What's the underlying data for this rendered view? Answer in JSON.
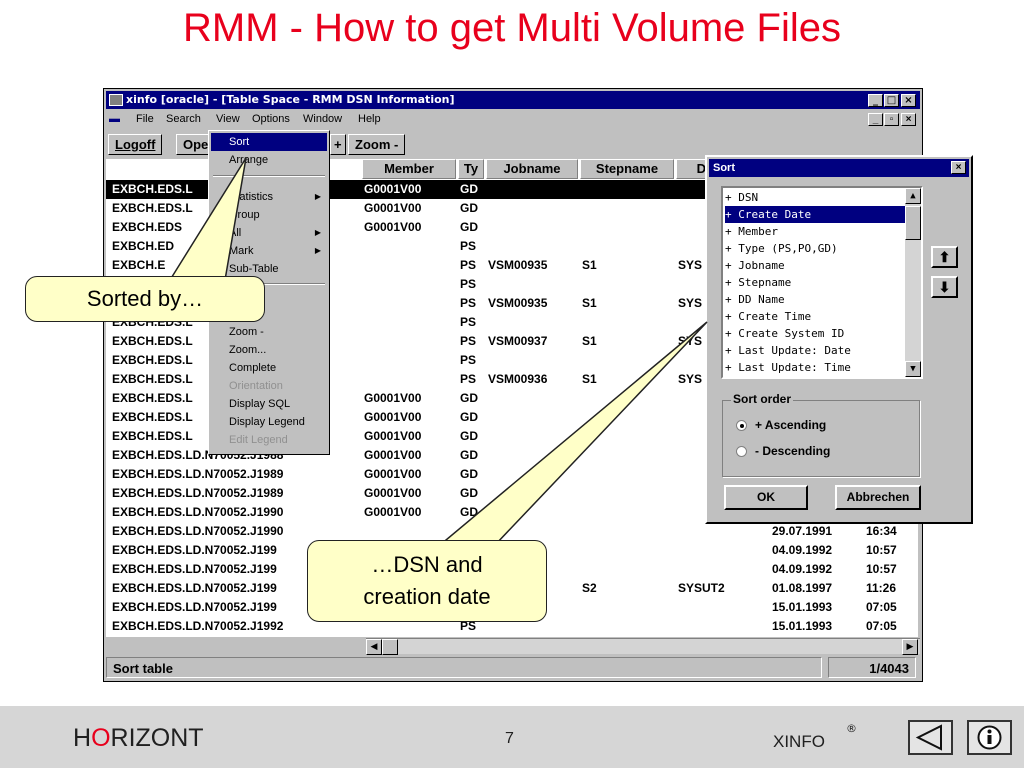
{
  "slide": {
    "title": "RMM - How to get Multi Volume Files",
    "footer": {
      "brand_h": "H",
      "brand_o": "O",
      "brand_rest": "RIZONT",
      "page": "7",
      "product": "XINFO",
      "registered": "®"
    }
  },
  "window": {
    "title": "xinfo [oracle] - [Table Space - RMM DSN Information]",
    "menu": [
      "File",
      "Search",
      "View",
      "Options",
      "Window",
      "Help"
    ],
    "toolbar": [
      "Logoff",
      "Ope",
      "+",
      "Zoom -"
    ],
    "columns": [
      "Member",
      "Ty",
      "Jobname",
      "Stepname",
      "DD"
    ],
    "rows": [
      {
        "dsn": "EXBCH.EDS.L",
        "member": "G0001V00",
        "ty": "GD",
        "job": "",
        "step": "",
        "dd": "",
        "date": "",
        "time": ""
      },
      {
        "dsn": "EXBCH.EDS.L",
        "member": "G0001V00",
        "ty": "GD",
        "job": "",
        "step": "",
        "dd": "",
        "date": "",
        "time": ""
      },
      {
        "dsn": "EXBCH.EDS",
        "member": "G0001V00",
        "ty": "GD",
        "job": "",
        "step": "",
        "dd": "",
        "date": "",
        "time": ""
      },
      {
        "dsn": "EXBCH.ED",
        "member": "",
        "ty": "PS",
        "job": "",
        "step": "",
        "dd": "",
        "date": "",
        "time": ""
      },
      {
        "dsn": "EXBCH.E",
        "member": "",
        "ty": "PS",
        "job": "VSM00935",
        "step": "S1",
        "dd": "SYS",
        "date": "",
        "time": ""
      },
      {
        "dsn": "",
        "member": "",
        "ty": "PS",
        "job": "",
        "step": "",
        "dd": "",
        "date": "",
        "time": ""
      },
      {
        "dsn": "",
        "member": "",
        "ty": "PS",
        "job": "VSM00935",
        "step": "S1",
        "dd": "SYS",
        "date": "",
        "time": ""
      },
      {
        "dsn": "EXBCH.EDS.L",
        "member": "",
        "ty": "PS",
        "job": "",
        "step": "",
        "dd": "",
        "date": "",
        "time": ""
      },
      {
        "dsn": "EXBCH.EDS.L",
        "member": "",
        "ty": "PS",
        "job": "VSM00937",
        "step": "S1",
        "dd": "SYS",
        "date": "",
        "time": ""
      },
      {
        "dsn": "EXBCH.EDS.L",
        "member": "",
        "ty": "PS",
        "job": "",
        "step": "",
        "dd": "",
        "date": "",
        "time": ""
      },
      {
        "dsn": "EXBCH.EDS.L",
        "member": "",
        "ty": "PS",
        "job": "VSM00936",
        "step": "S1",
        "dd": "SYS",
        "date": "",
        "time": ""
      },
      {
        "dsn": "EXBCH.EDS.L",
        "member": "G0001V00",
        "ty": "GD",
        "job": "",
        "step": "",
        "dd": "",
        "date": "",
        "time": ""
      },
      {
        "dsn": "EXBCH.EDS.L",
        "member": "G0001V00",
        "ty": "GD",
        "job": "",
        "step": "",
        "dd": "",
        "date": "",
        "time": ""
      },
      {
        "dsn": "EXBCH.EDS.L",
        "member": "G0001V00",
        "ty": "GD",
        "job": "",
        "step": "",
        "dd": "",
        "date": "",
        "time": ""
      },
      {
        "dsn": "EXBCH.EDS.LD.N70052.J1988",
        "member": "G0001V00",
        "ty": "GD",
        "job": "",
        "step": "",
        "dd": "",
        "date": "",
        "time": ""
      },
      {
        "dsn": "EXBCH.EDS.LD.N70052.J1989",
        "member": "G0001V00",
        "ty": "GD",
        "job": "",
        "step": "",
        "dd": "",
        "date": "",
        "time": ""
      },
      {
        "dsn": "EXBCH.EDS.LD.N70052.J1989",
        "member": "G0001V00",
        "ty": "GD",
        "job": "",
        "step": "",
        "dd": "",
        "date": "",
        "time": ""
      },
      {
        "dsn": "EXBCH.EDS.LD.N70052.J1990",
        "member": "G0001V00",
        "ty": "GD",
        "job": "",
        "step": "",
        "dd": "",
        "date": "",
        "time": ""
      },
      {
        "dsn": "EXBCH.EDS.LD.N70052.J1990",
        "member": "",
        "ty": "",
        "job": "",
        "step": "",
        "dd": "",
        "date": "29.07.1991",
        "time": "16:34"
      },
      {
        "dsn": "EXBCH.EDS.LD.N70052.J199",
        "member": "",
        "ty": "",
        "job": "",
        "step": "",
        "dd": "",
        "date": "04.09.1992",
        "time": "10:57"
      },
      {
        "dsn": "EXBCH.EDS.LD.N70052.J199",
        "member": "",
        "ty": "",
        "job": "",
        "step": "",
        "dd": "",
        "date": "04.09.1992",
        "time": "10:57"
      },
      {
        "dsn": "EXBCH.EDS.LD.N70052.J199",
        "member": "",
        "ty": "",
        "job": "35",
        "step": "S2",
        "dd": "SYSUT2",
        "date": "01.08.1997",
        "time": "11:26"
      },
      {
        "dsn": "EXBCH.EDS.LD.N70052.J199",
        "member": "",
        "ty": "",
        "job": "",
        "step": "",
        "dd": "",
        "date": "15.01.1993",
        "time": "07:05"
      },
      {
        "dsn": "EXBCH.EDS.LD.N70052.J1992",
        "member": "",
        "ty": "PS",
        "job": "",
        "step": "",
        "dd": "",
        "date": "15.01.1993",
        "time": "07:05"
      }
    ],
    "status": {
      "text": "Sort table",
      "count": "1/4043"
    }
  },
  "view_menu": {
    "items": [
      {
        "label": "Sort",
        "state": "highlight"
      },
      {
        "label": "Arrange",
        "state": ""
      },
      {
        "label": "Statistics",
        "state": "",
        "sub": true
      },
      {
        "label": "Group",
        "state": ""
      },
      {
        "label": "All",
        "state": "",
        "sub": true
      },
      {
        "label": "Mark",
        "state": "",
        "sub": true
      },
      {
        "label": "Sub-Table",
        "state": ""
      },
      {
        "label": "Zoom -",
        "state": ""
      },
      {
        "label": "Zoom...",
        "state": ""
      },
      {
        "label": "Complete",
        "state": ""
      },
      {
        "label": "Orientation",
        "state": "disabled"
      },
      {
        "label": "Display SQL",
        "state": ""
      },
      {
        "label": "Display Legend",
        "state": ""
      },
      {
        "label": "Edit Legend",
        "state": "disabled"
      }
    ]
  },
  "sort_dialog": {
    "title": "Sort",
    "fields": [
      "+ DSN",
      "+ Create Date",
      "+ Member",
      "+ Type (PS,PO,GD)",
      "+ Jobname",
      "+ Stepname",
      "+ DD Name",
      "+ Create Time",
      "+ Create System ID",
      "+ Last Update: Date",
      "+ Last Update: Time"
    ],
    "selected_index": 1,
    "order_label": "Sort order",
    "ascending": "+ Ascending",
    "descending": "- Descending",
    "ok": "OK",
    "cancel": "Abbrechen"
  },
  "callouts": {
    "sorted_by": "Sorted by…",
    "dsn_line1": "…DSN and",
    "dsn_line2": "creation date"
  }
}
